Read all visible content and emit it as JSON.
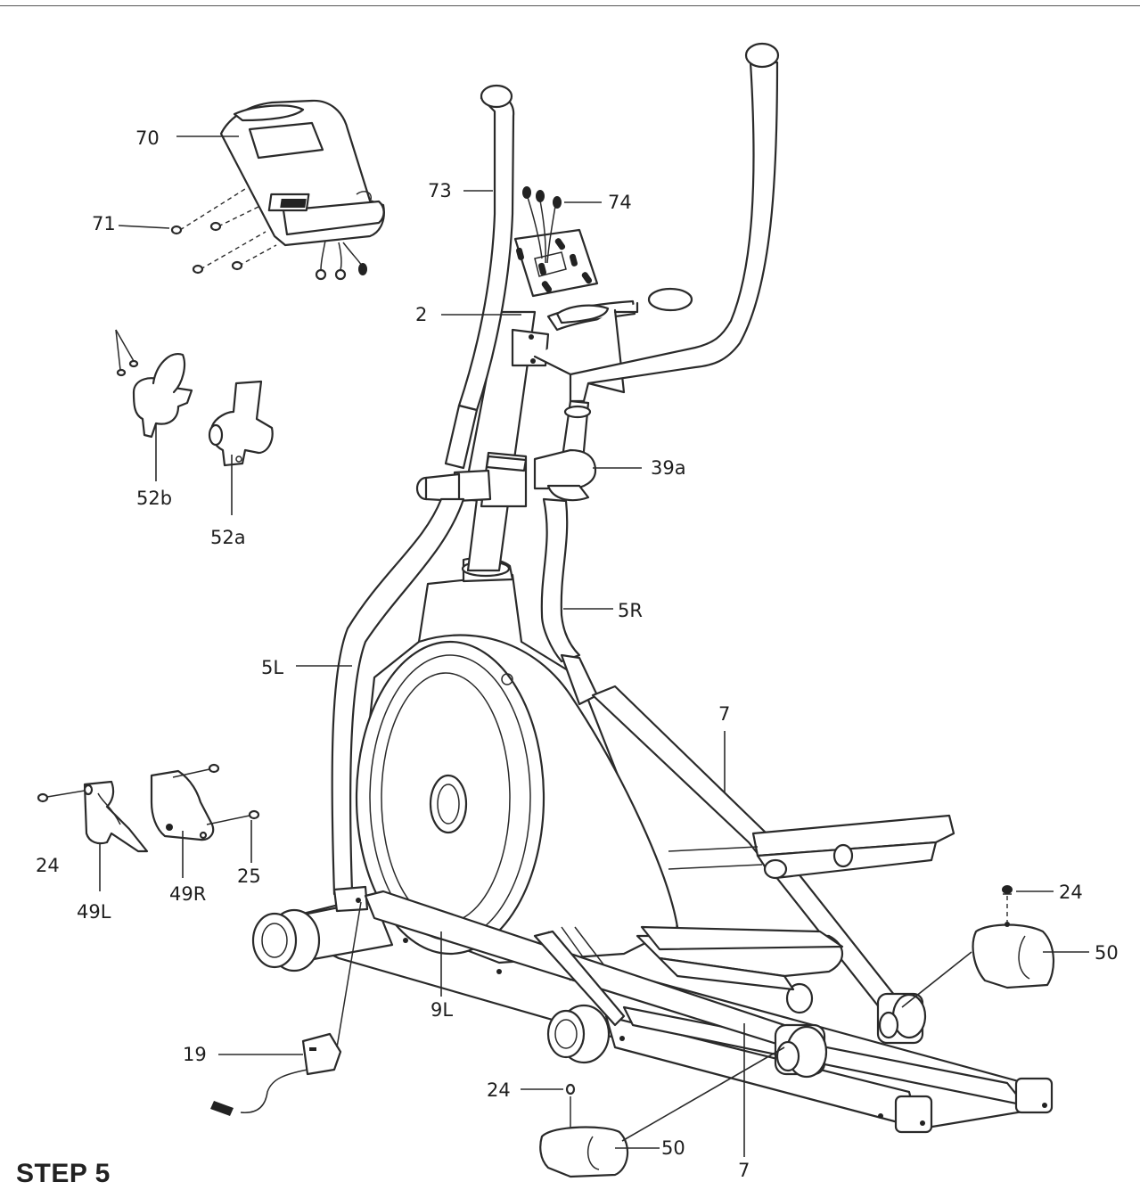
{
  "title": "STEP 5",
  "parts": [
    {
      "id": "70"
    },
    {
      "id": "71"
    },
    {
      "id": "73"
    },
    {
      "id": "74"
    },
    {
      "id": "2"
    },
    {
      "id": "52b"
    },
    {
      "id": "52a"
    },
    {
      "id": "39a"
    },
    {
      "id": "5R"
    },
    {
      "id": "5L"
    },
    {
      "id": "7"
    },
    {
      "id": "24"
    },
    {
      "id": "49L"
    },
    {
      "id": "49R"
    },
    {
      "id": "25"
    },
    {
      "id": "50"
    },
    {
      "id": "9L"
    },
    {
      "id": "19"
    }
  ]
}
